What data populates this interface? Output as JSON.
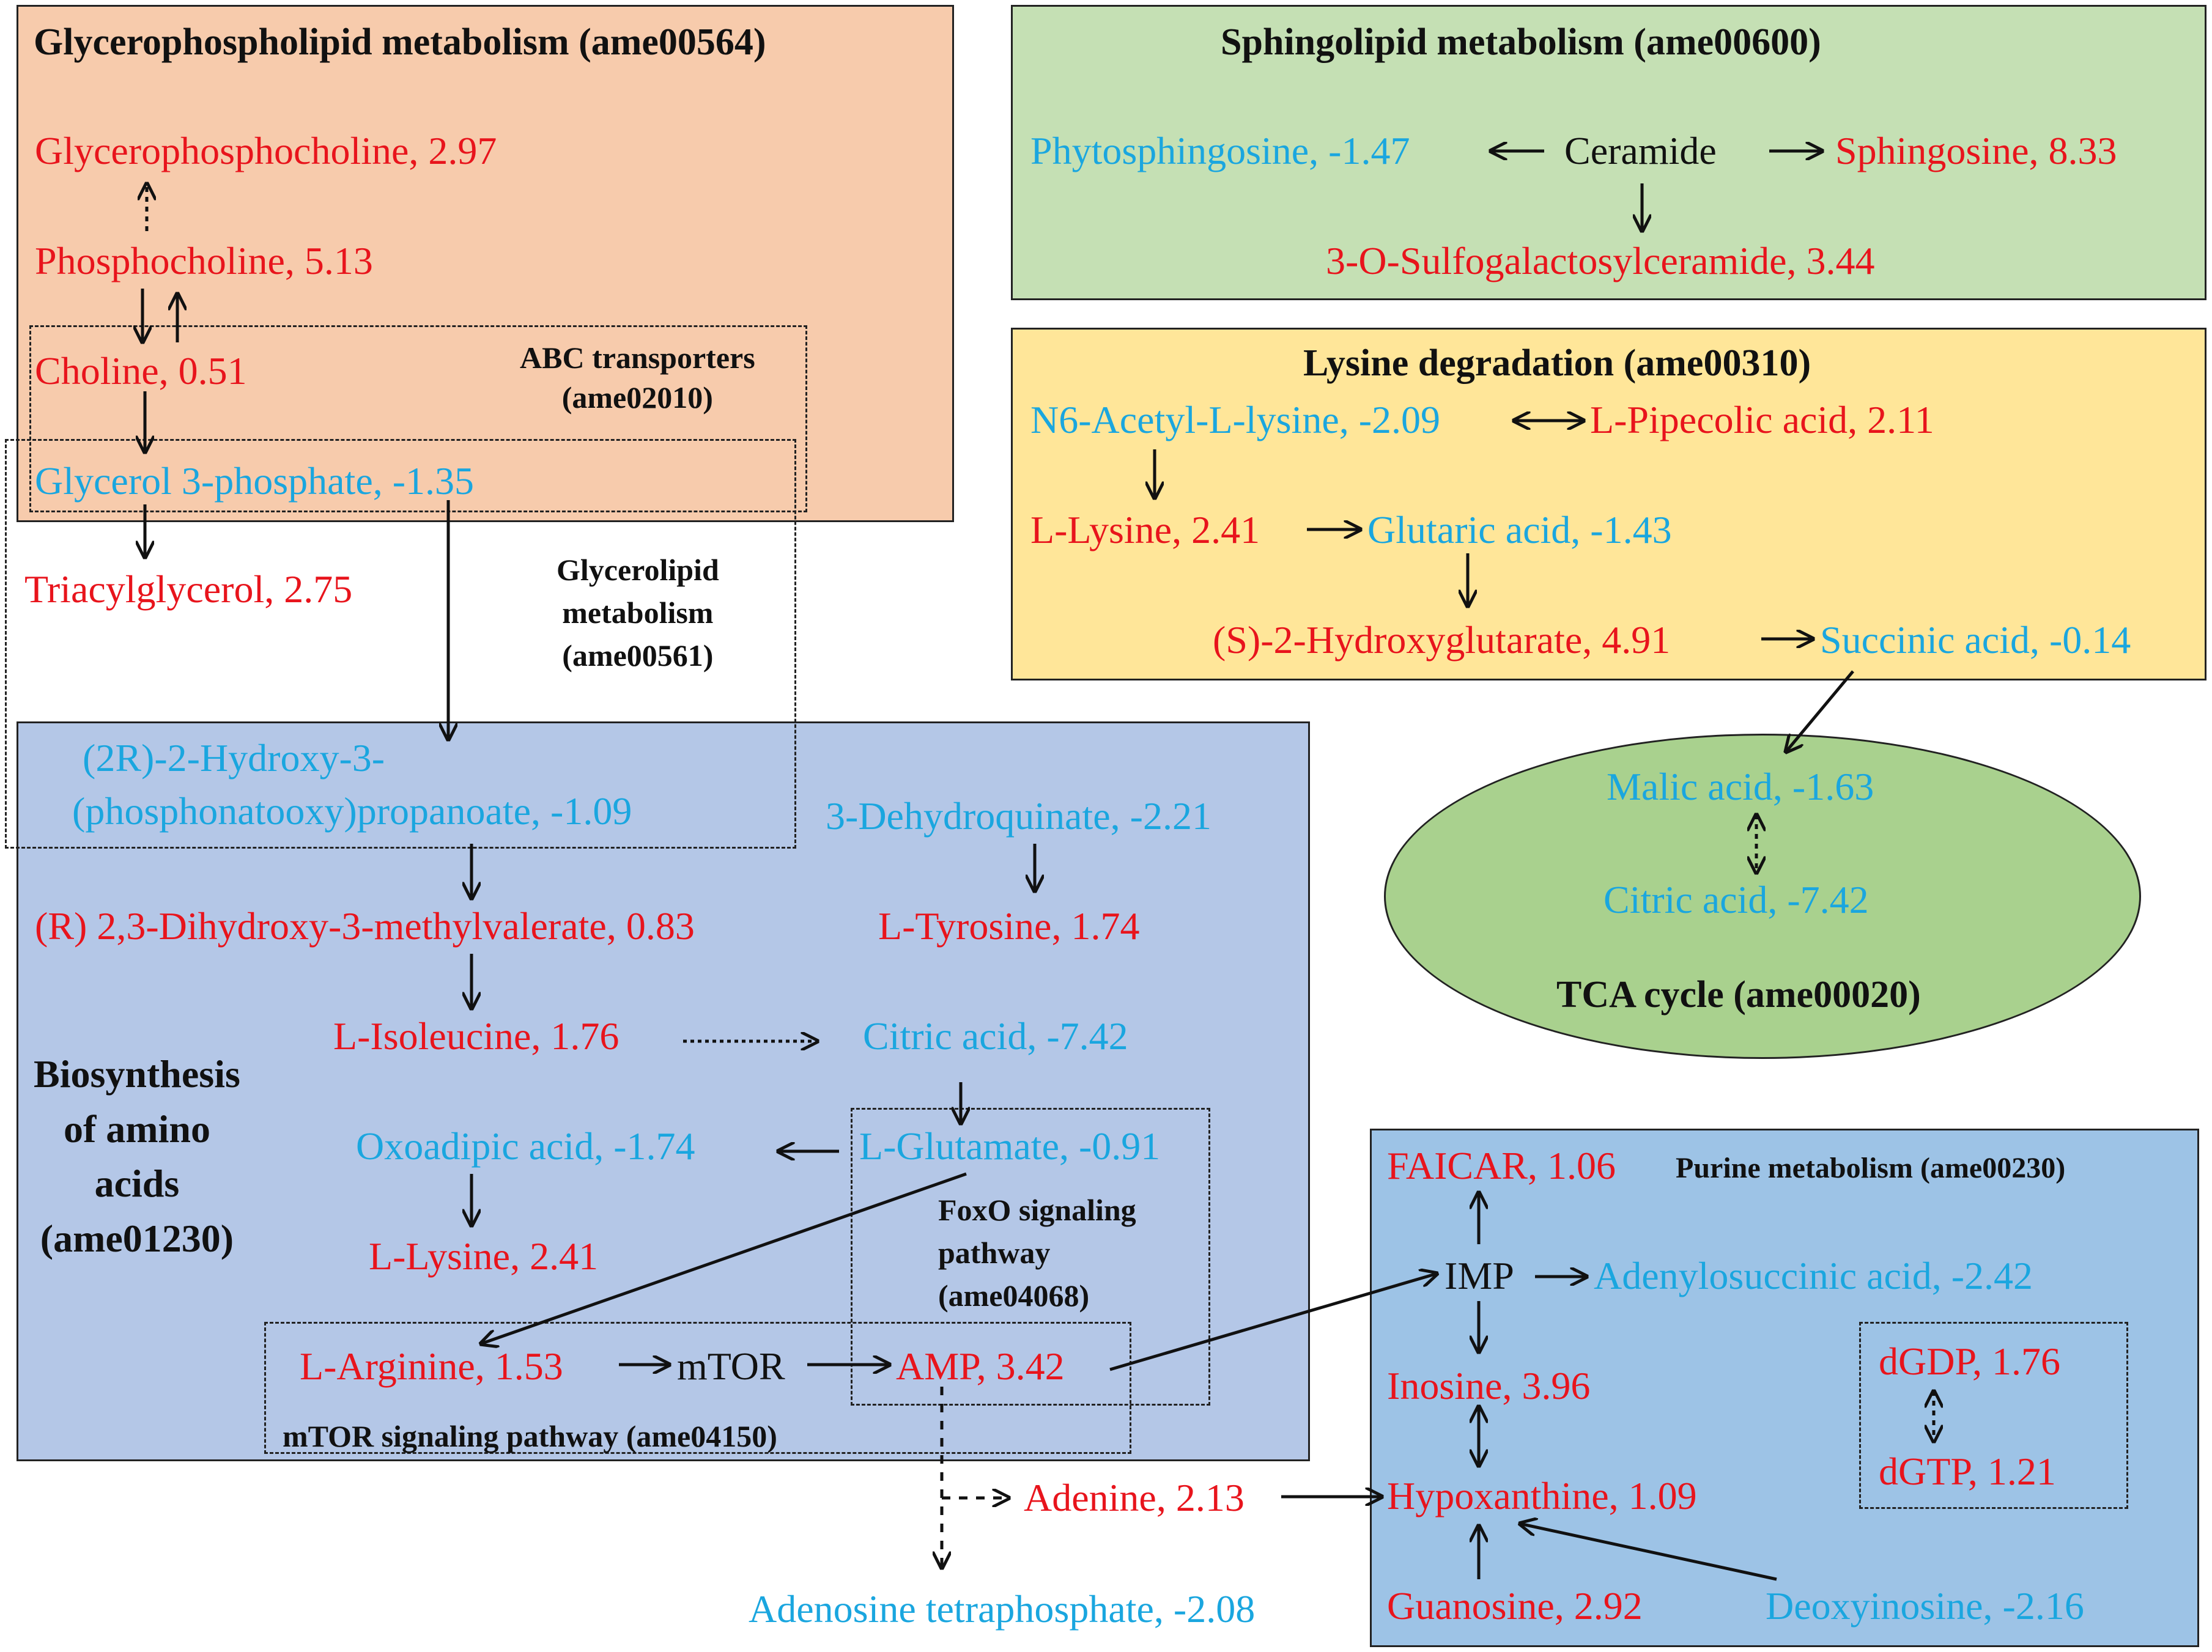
{
  "colors": {
    "glycerophospholipid_bg": "#f7cbac",
    "sphingolipid_bg": "#c5e0b4",
    "lysine_bg": "#ffe699",
    "amino_bg": "#b4c7e7",
    "purine_bg": "#9dc3e6",
    "tca_bg": "#a9d18e",
    "increase_text": "#e8141c",
    "decrease_text": "#1aa6df"
  },
  "pathways": {
    "glycerophospholipid": "Glycerophospholipid metabolism (ame00564)",
    "sphingolipid": "Sphingolipid metabolism  (ame00600)",
    "lysine": "Lysine degradation (ame00310)",
    "abc": [
      "ABC transporters",
      "(ame02010)"
    ],
    "glycerolipid": [
      "Glycerolipid",
      "metabolism",
      "(ame00561)"
    ],
    "amino": [
      "Biosynthesis",
      "of amino",
      "acids",
      "(ame01230)"
    ],
    "tca": "TCA cycle (ame00020)",
    "purine": "Purine metabolism (ame00230)",
    "foxo": [
      "FoxO signaling",
      "pathway",
      "(ame04068)"
    ],
    "mtor_pathway": "mTOR signaling pathway (ame04150)"
  },
  "metabolites": {
    "glycerophosphocholine": "Glycerophosphocholine, 2.97",
    "phosphocholine": "Phosphocholine, 5.13",
    "choline": "Choline, 0.51",
    "glycerol3p": "Glycerol 3-phosphate, -1.35",
    "triacylglycerol": "Triacylglycerol, 2.75",
    "phytosphingosine": "Phytosphingosine, -1.47",
    "ceramide": "Ceramide",
    "sphingosine": "Sphingosine, 8.33",
    "sulfogalactosylceramide": "3-O-Sulfogalactosylceramide, 3.44",
    "n6_acetyl_lysine": "N6-Acetyl-L-lysine, -2.09",
    "pipecolic": "L-Pipecolic acid, 2.11",
    "lysine_deg": "L-Lysine, 2.41",
    "glutaric": "Glutaric acid, -1.43",
    "hydroxyglutarate": "(S)-2-Hydroxyglutarate, 4.91",
    "succinic": "Succinic acid, -0.14",
    "malic": "Malic acid, -1.63",
    "citric_tca": "Citric acid, -7.42",
    "hydroxy_phosphono_1": "(2R)-2-Hydroxy-3-",
    "hydroxy_phosphono_2": "(phosphonatooxy)propanoate, -1.09",
    "dehydroquinate": "3-Dehydroquinate, -2.21",
    "dihydroxy_methylvalerate": "(R) 2,3-Dihydroxy-3-methylvalerate, 0.83",
    "tyrosine": "L-Tyrosine, 1.74",
    "isoleucine": "L-Isoleucine, 1.76",
    "citric_amino": "Citric acid,  -7.42",
    "oxoadipic": "Oxoadipic acid, -1.74",
    "glutamate": "L-Glutamate, -0.91",
    "lysine_amino": "L-Lysine, 2.41",
    "arginine": "L-Arginine, 1.53",
    "mtor": "mTOR",
    "amp": "AMP, 3.42",
    "adenine": "Adenine, 2.13",
    "adenosine_tetraphosphate": "Adenosine tetraphosphate, -2.08",
    "faicar": "FAICAR, 1.06",
    "imp": "IMP",
    "adenylosuccinic": "Adenylosuccinic acid, -2.42",
    "inosine": "Inosine, 3.96",
    "dgdp": "dGDP, 1.76",
    "dgtp": "dGTP, 1.21",
    "hypoxanthine": "Hypoxanthine, 1.09",
    "guanosine": "Guanosine, 2.92",
    "deoxyinosine": "Deoxyinosine, -2.16"
  }
}
